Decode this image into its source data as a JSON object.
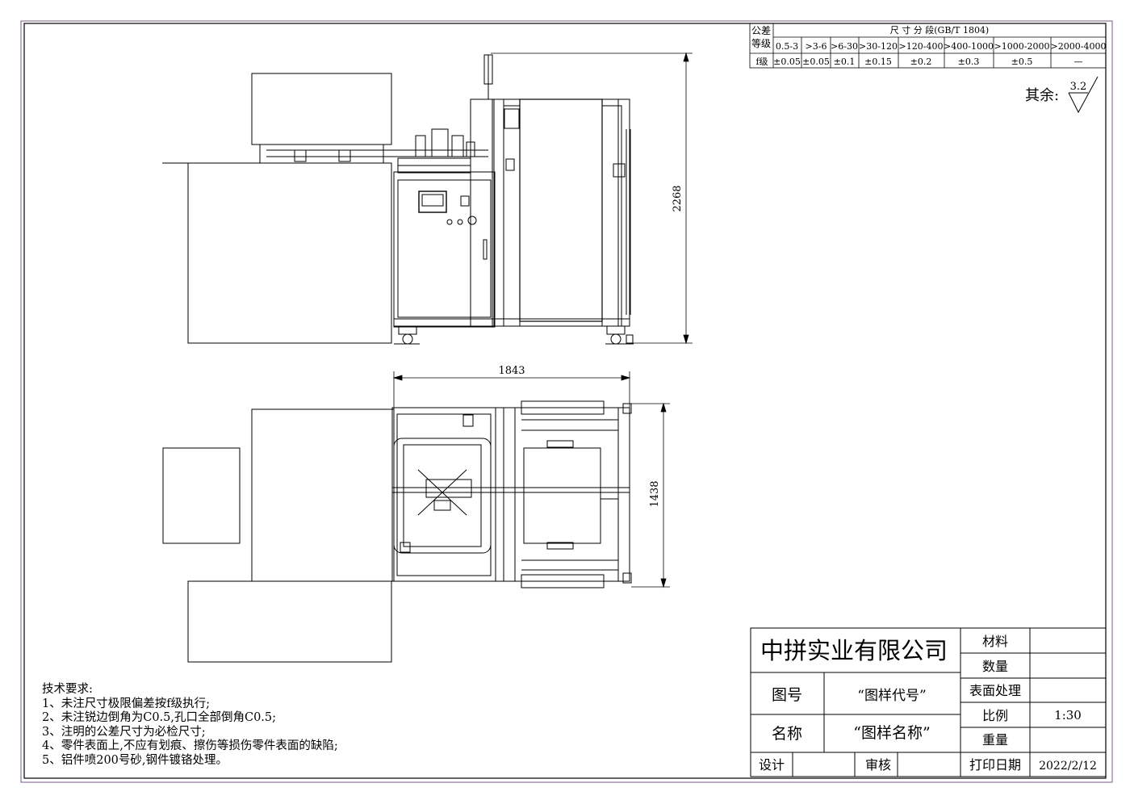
{
  "tolerance_table": {
    "header_left_top": "公差",
    "header_left_bottom": "等级",
    "title": "尺 寸 分 段(GB/T 1804)",
    "ranges": [
      "0.5-3",
      ">3-6",
      ">6-30",
      ">30-120",
      ">120-400",
      ">400-1000",
      ">1000-2000",
      ">2000-4000"
    ],
    "grade_label": "f级",
    "values": [
      "±0.05",
      "±0.05",
      "±0.1",
      "±0.15",
      "±0.2",
      "±0.3",
      "±0.5",
      "—"
    ]
  },
  "roughness": {
    "label": "其余:",
    "value": "3.2"
  },
  "dimensions": {
    "height": "2268",
    "width": "1843",
    "depth": "1438"
  },
  "tech_requirements": {
    "title": "技术要求:",
    "items": [
      "1、未注尺寸极限偏差按f级执行;",
      "2、未注锐边倒角为C0.5,孔口全部倒角C0.5;",
      "3、注明的公差尺寸为必检尺寸;",
      "4、零件表面上,不应有划痕、擦伤等损伤零件表面的缺陷;",
      "5、铝件喷200号砂,钢件镀铬处理。"
    ]
  },
  "title_block": {
    "company": "中拼实业有限公司",
    "drawing_no_label": "图号",
    "drawing_no_value": "“图样代号”",
    "name_label": "名称",
    "name_value": "“图样名称”",
    "design_label": "设计",
    "review_label": "审核",
    "material_label": "材料",
    "quantity_label": "数量",
    "surface_label": "表面处理",
    "scale_label": "比例",
    "scale_value": "1:30",
    "weight_label": "重量",
    "print_date_label": "打印日期",
    "print_date_value": "2022/2/12"
  }
}
